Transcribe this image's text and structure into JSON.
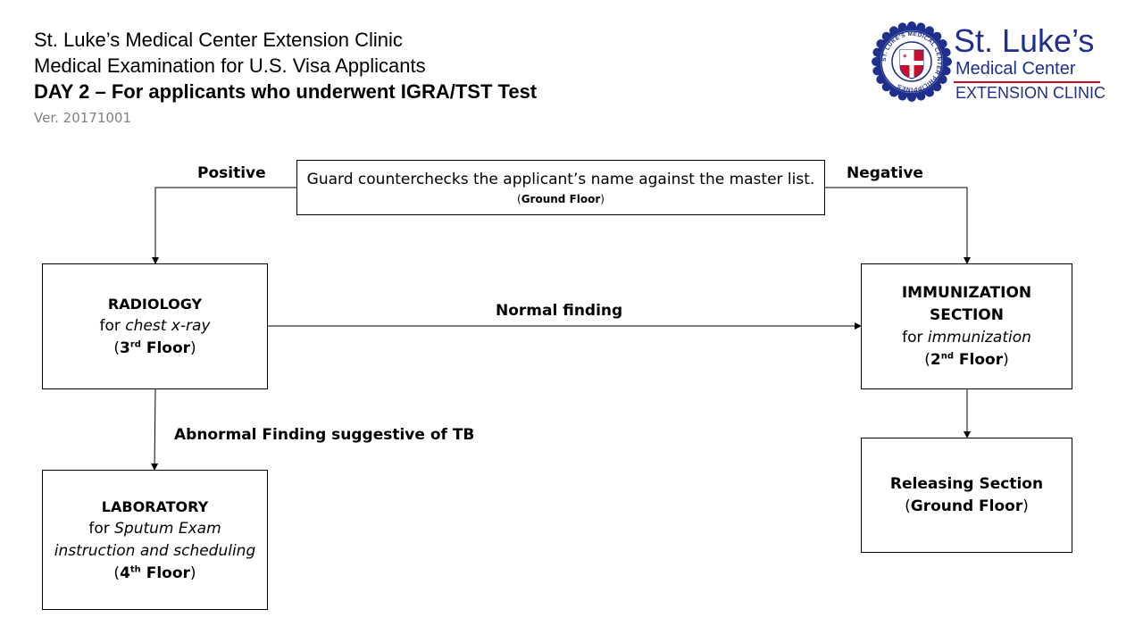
{
  "header": {
    "line1": "St. Luke’s Medical Center Extension Clinic",
    "line2": "Medical Examination for U.S. Visa Applicants",
    "line3": "DAY 2 – For applicants who underwent IGRA/TST Test",
    "version": "Ver. 20171001"
  },
  "logo": {
    "name": "St. Luke’s",
    "center": "Medical Center",
    "extension": "EXTENSION CLINIC",
    "seal_text": "ST. LUKE'S MEDICAL CENTER PHILIPPINES",
    "colors": {
      "navy": "#1f2f8c",
      "red": "#c8102e"
    }
  },
  "nodes": {
    "guard": {
      "text": "Guard counterchecks the applicant’s name against the master list.",
      "floor_open": "(",
      "floor": "Ground Floor",
      "floor_close": ")"
    },
    "radiology": {
      "title": "RADIOLOGY",
      "for_word": "for ",
      "purpose": "chest x-ray",
      "floor_open": "(",
      "floor_num": "3",
      "floor_sup": "rd",
      "floor_word": " Floor",
      "floor_close": ")"
    },
    "immunization": {
      "title_1": "IMMUNIZATION",
      "title_2": "SECTION",
      "for_word": "for ",
      "purpose": "immunization",
      "floor_open": "(",
      "floor_num": "2",
      "floor_sup": "nd",
      "floor_word": " Floor",
      "floor_close": ")"
    },
    "laboratory": {
      "title": "LABORATORY",
      "for_word": "for ",
      "purpose_1": "Sputum Exam",
      "purpose_2": "instruction and scheduling",
      "floor_open": "(",
      "floor_num": "4",
      "floor_sup": "th",
      "floor_word": " Floor",
      "floor_close": ")"
    },
    "releasing": {
      "title": "Releasing Section",
      "floor_open": "(",
      "floor": "Ground Floor",
      "floor_close": ")"
    }
  },
  "edges": {
    "positive": "Positive",
    "negative": "Negative",
    "normal": "Normal finding",
    "abnormal": "Abnormal Finding suggestive of TB"
  }
}
